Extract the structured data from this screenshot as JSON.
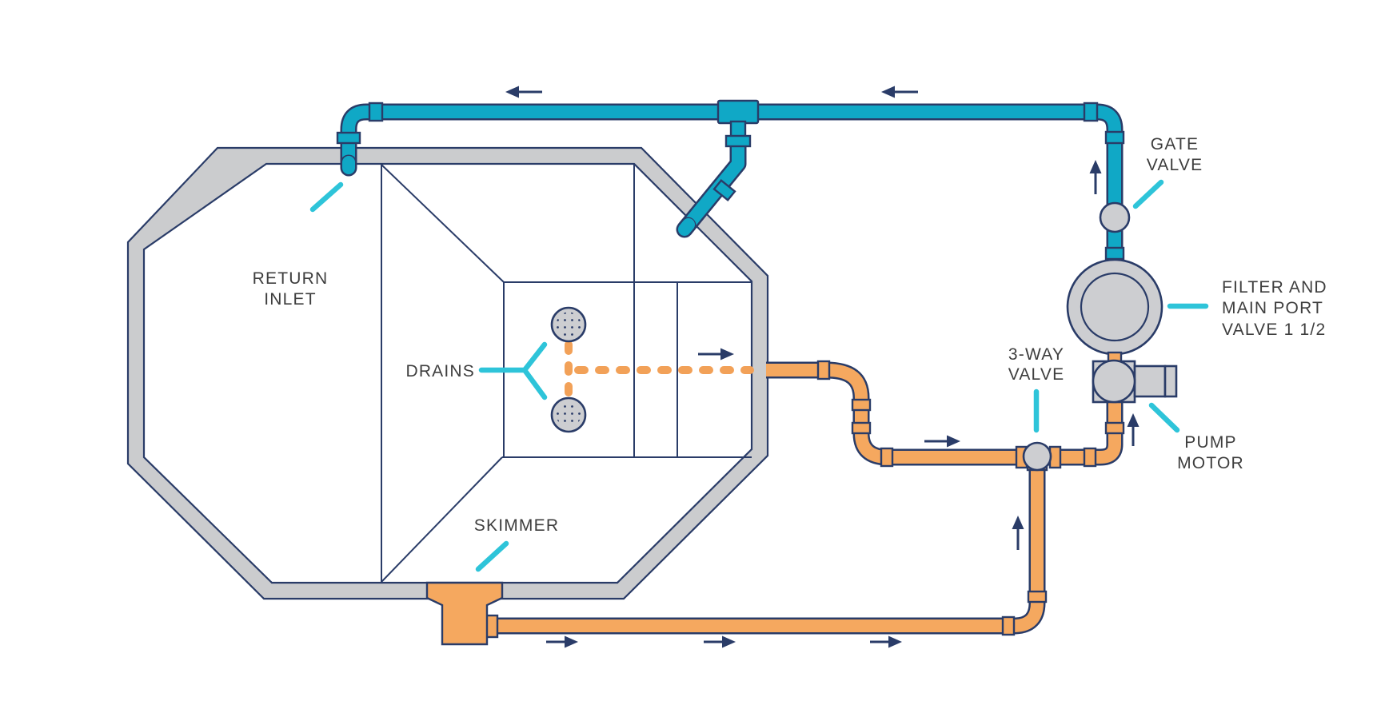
{
  "title": "Pool plumbing circulation diagram",
  "colors": {
    "teal": "#10A8C6",
    "leader": "#2EC4D9",
    "navy": "#2A3C68",
    "orange": "#F5A85F",
    "orange-dash": "#F2A158",
    "gray": "#CBCCCE",
    "part-gray": "#CDCED1",
    "text": "#3E3E3E",
    "bg": "#FFFFFF"
  },
  "labels": {
    "return_inlet": [
      "RETURN",
      "INLET"
    ],
    "drains": [
      "DRAINS"
    ],
    "skimmer": [
      "SKIMMER"
    ],
    "gate_valve": [
      "GATE",
      "VALVE"
    ],
    "filter": [
      "FILTER AND",
      "MAIN PORT",
      "VALVE 1 1/2"
    ],
    "three_way_valve": [
      "3-WAY",
      "VALVE"
    ],
    "pump_motor": [
      "PUMP",
      "MOTOR"
    ]
  },
  "components": {
    "pool": "octagonal pool with deep-end perspective",
    "return_line_color": "teal (pressure/return side)",
    "suction_line_color": "orange (suction side)",
    "flow_direction_markers": "navy arrows"
  }
}
